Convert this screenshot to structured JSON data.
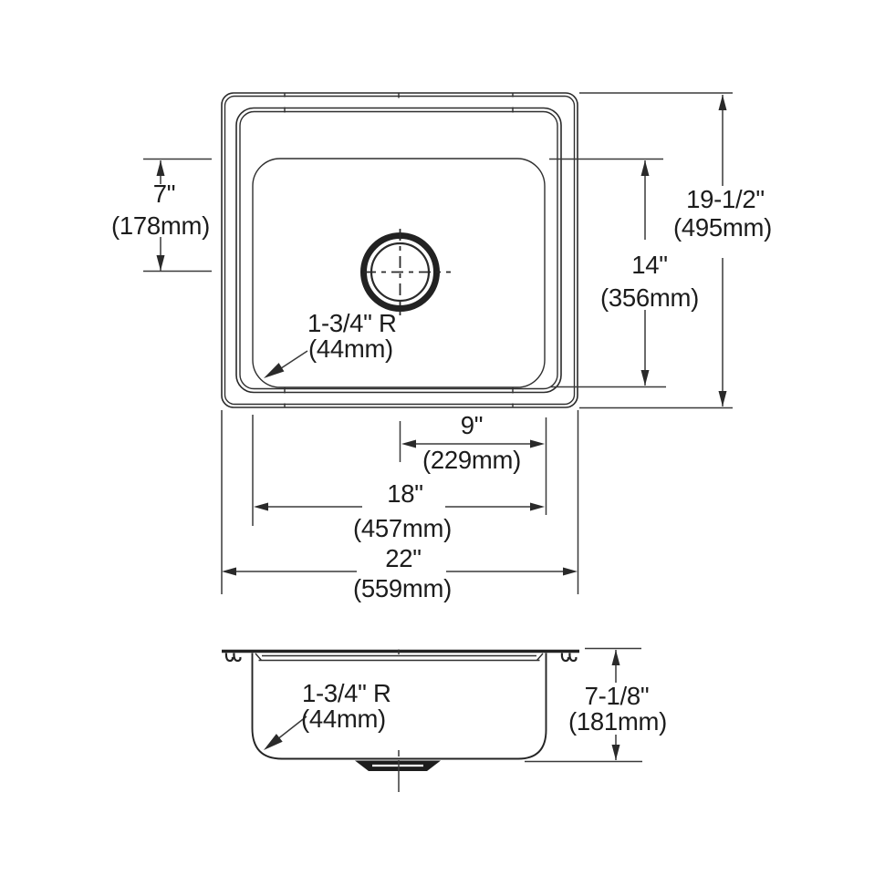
{
  "colors": {
    "background": "#ffffff",
    "line": "#2a2a2a",
    "text": "#1c1c1c"
  },
  "top_view": {
    "description": "sink plan view",
    "dim_drain_from_top": {
      "in": "7\"",
      "mm": "(178mm)"
    },
    "dim_overall_front_to_back": {
      "in": "19-1/2\"",
      "mm": "(495mm)"
    },
    "dim_bowl_front_to_back": {
      "in": "14\"",
      "mm": "(356mm)"
    },
    "dim_drain_to_bowl_edge": {
      "in": "9\"",
      "mm": "(229mm)"
    },
    "dim_bowl_width": {
      "in": "18\"",
      "mm": "(457mm)"
    },
    "dim_overall_width": {
      "in": "22\"",
      "mm": "(559mm)"
    },
    "corner_radius": {
      "in": "1-3/4\" R",
      "mm": "(44mm)"
    }
  },
  "section_view": {
    "description": "sink section view",
    "dim_depth": {
      "in": "7-1/8\"",
      "mm": "(181mm)"
    },
    "corner_radius": {
      "in": "1-3/4\" R",
      "mm": "(44mm)"
    }
  }
}
